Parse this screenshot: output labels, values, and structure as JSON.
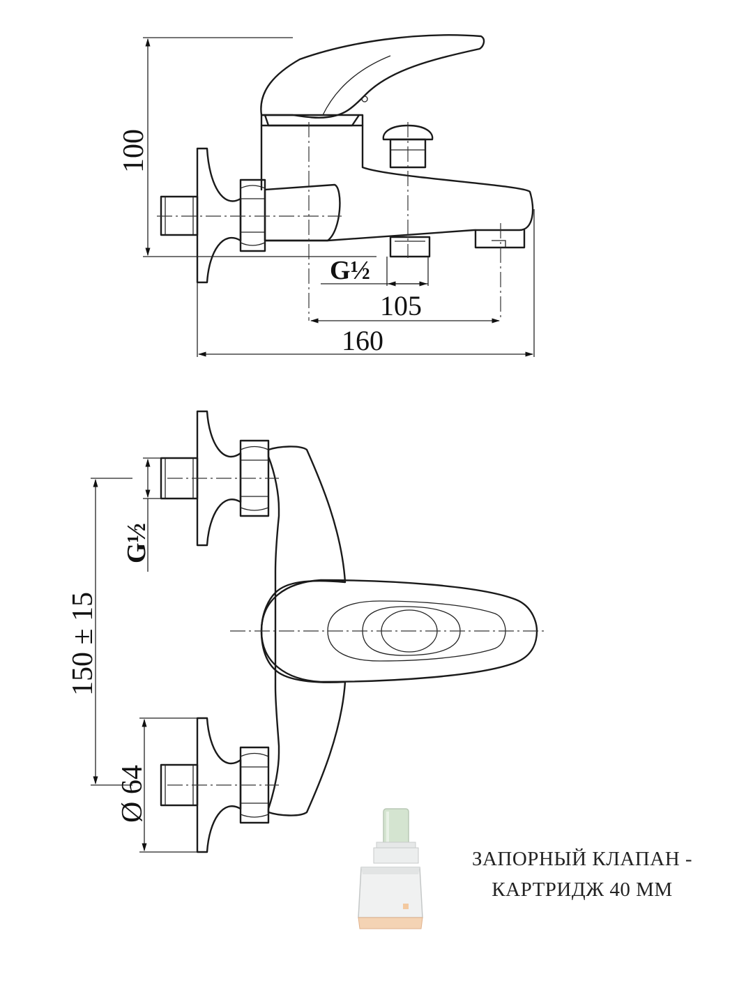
{
  "side_view": {
    "dim_height": "100",
    "dim_thread": "G½",
    "dim_spout": "105",
    "dim_width": "160"
  },
  "top_view": {
    "dim_thread": "G½",
    "dim_centers": "150 ± 15",
    "dim_flange": "Ø 64"
  },
  "caption": {
    "line1": "ЗАПОРНЫЙ КЛАПАН -",
    "line2": "КАРТРИДЖ 40 ММ"
  },
  "colors": {
    "line": "#1a1a1a",
    "cartridge_body": "#eef0f0",
    "cartridge_stem": "#cfe0cf",
    "cartridge_base": "#f3d2b4"
  }
}
